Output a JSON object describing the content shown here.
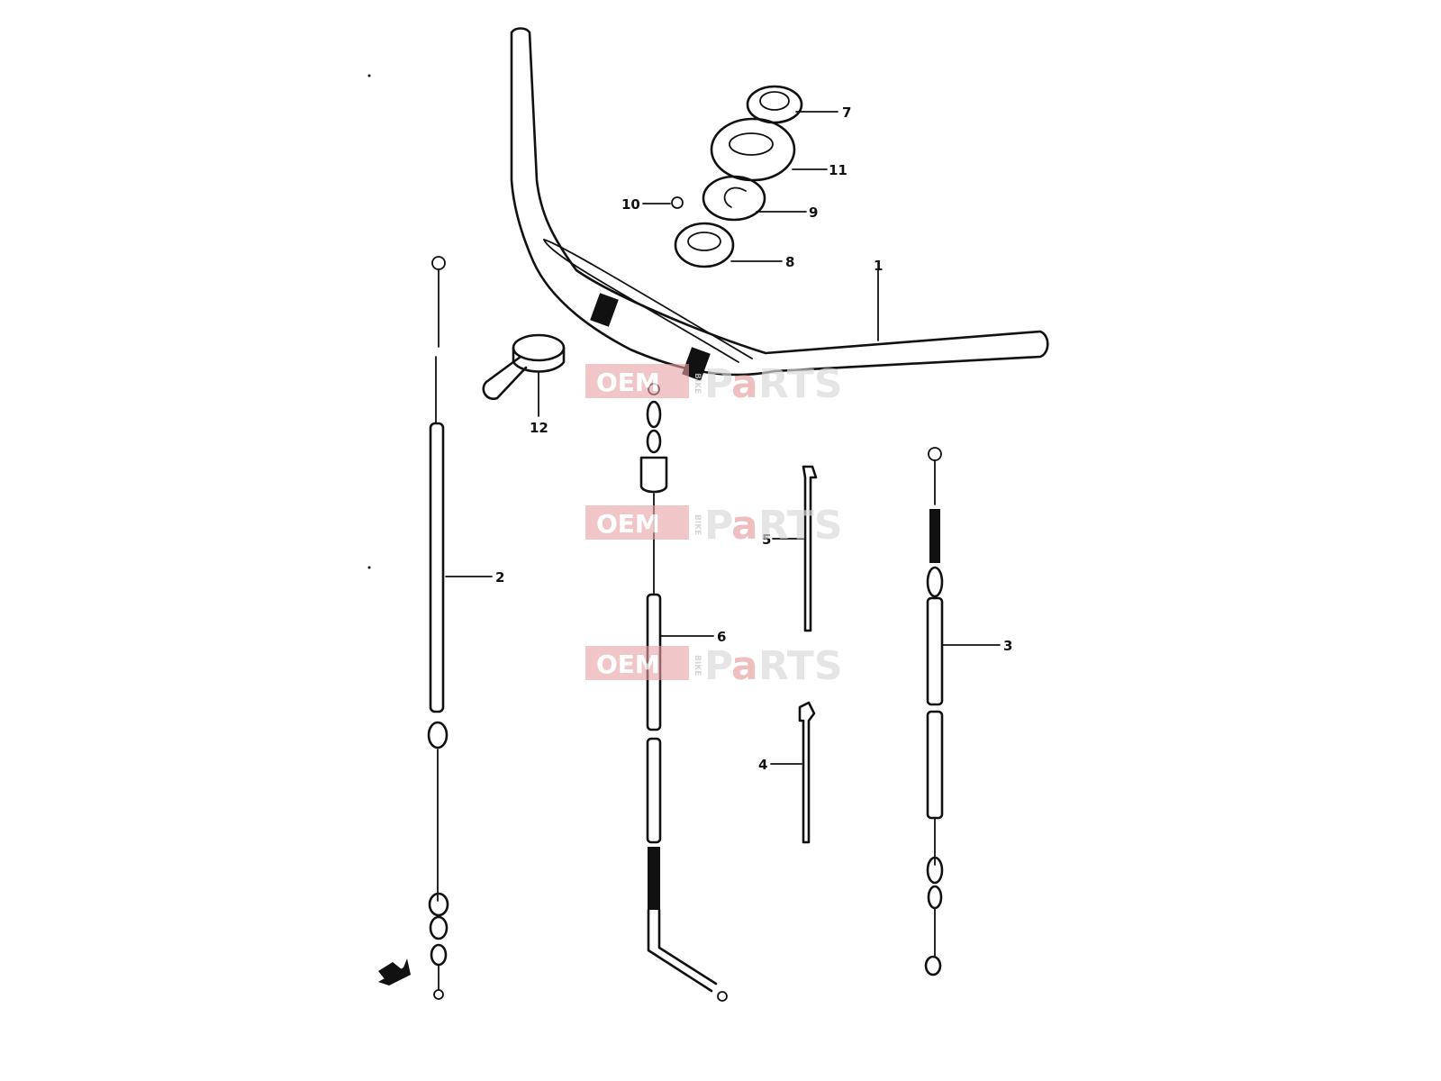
{
  "diagram": {
    "callouts": {
      "c1": "1",
      "c2": "2",
      "c3": "3",
      "c4": "4",
      "c5": "5",
      "c6": "6",
      "c7": "7",
      "c8": "8",
      "c9": "9",
      "c10": "10",
      "c11": "11",
      "c12": "12"
    }
  },
  "watermark": {
    "oem": "OEM",
    "bike": "BIKE",
    "parts_p": "P",
    "parts_a": "a",
    "parts_rest": "RTS"
  },
  "colors": {
    "line": "#111111",
    "watermark_box": "#e8a0a4",
    "watermark_text": "#d9d9d9"
  }
}
